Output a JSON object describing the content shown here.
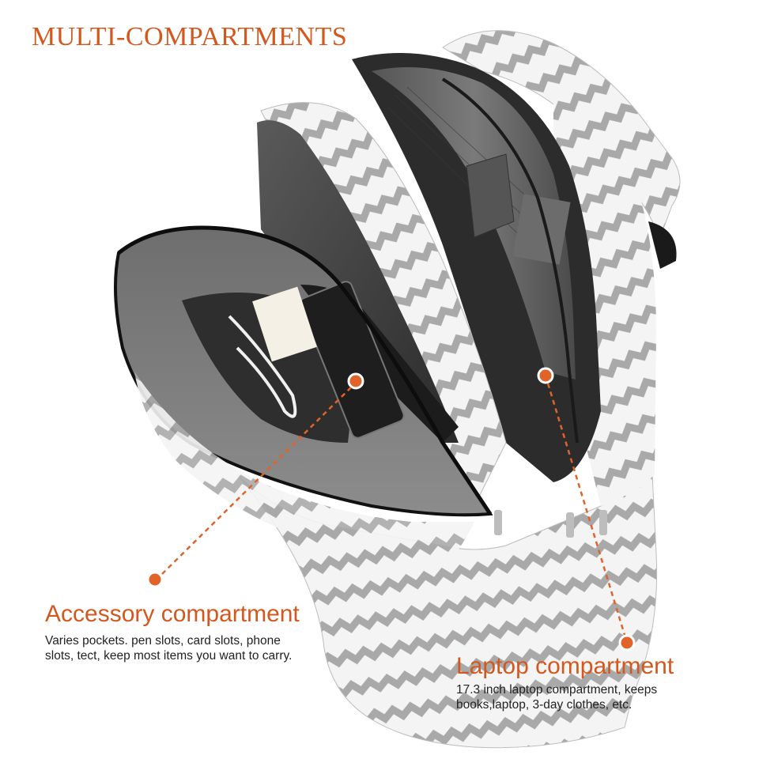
{
  "header": {
    "title": "MULTI-COMPARTMENTS"
  },
  "callouts": {
    "accessory": {
      "title": "Accessory compartment",
      "desc_line1": "Varies pockets. pen slots, card slots, phone",
      "desc_line2": "slots, tect, keep most items you want to carry."
    },
    "laptop": {
      "title": "Laptop compartment",
      "desc_line1": "17.3 inch laptop compartment, keeps",
      "desc_line2": "books,laptop, 3-day clothes, etc."
    }
  },
  "colors": {
    "accent": "#d4581e",
    "chevron_gray": "#a9a9a9",
    "lining": "#3a3a3a"
  }
}
